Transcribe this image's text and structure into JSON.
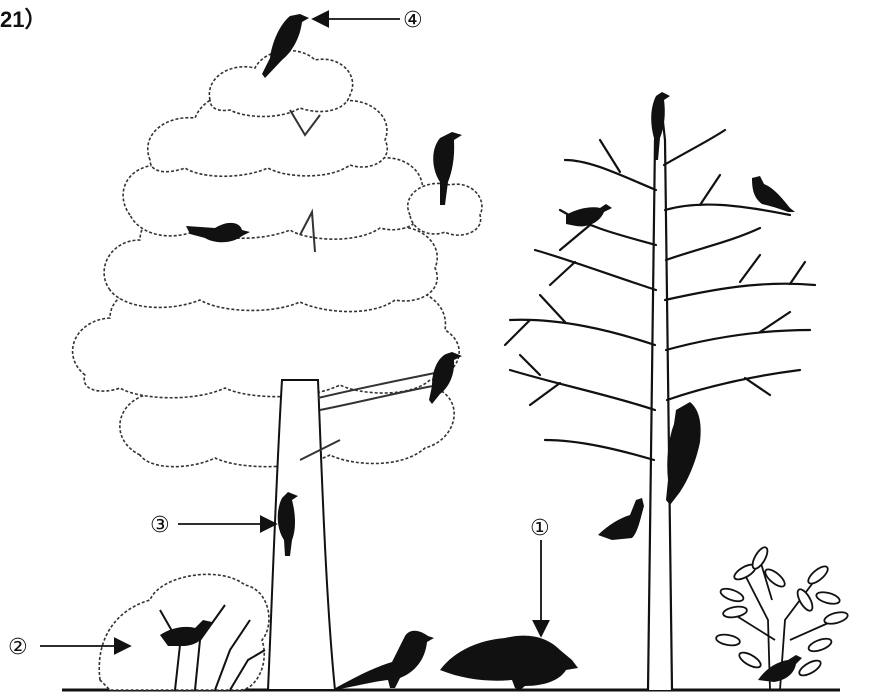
{
  "figure": {
    "label": "21）"
  },
  "markers": [
    "①",
    "②",
    "③",
    "④"
  ],
  "colors": {
    "ink": "#111111",
    "canopy_line": "#444444",
    "background": "#ffffff"
  }
}
